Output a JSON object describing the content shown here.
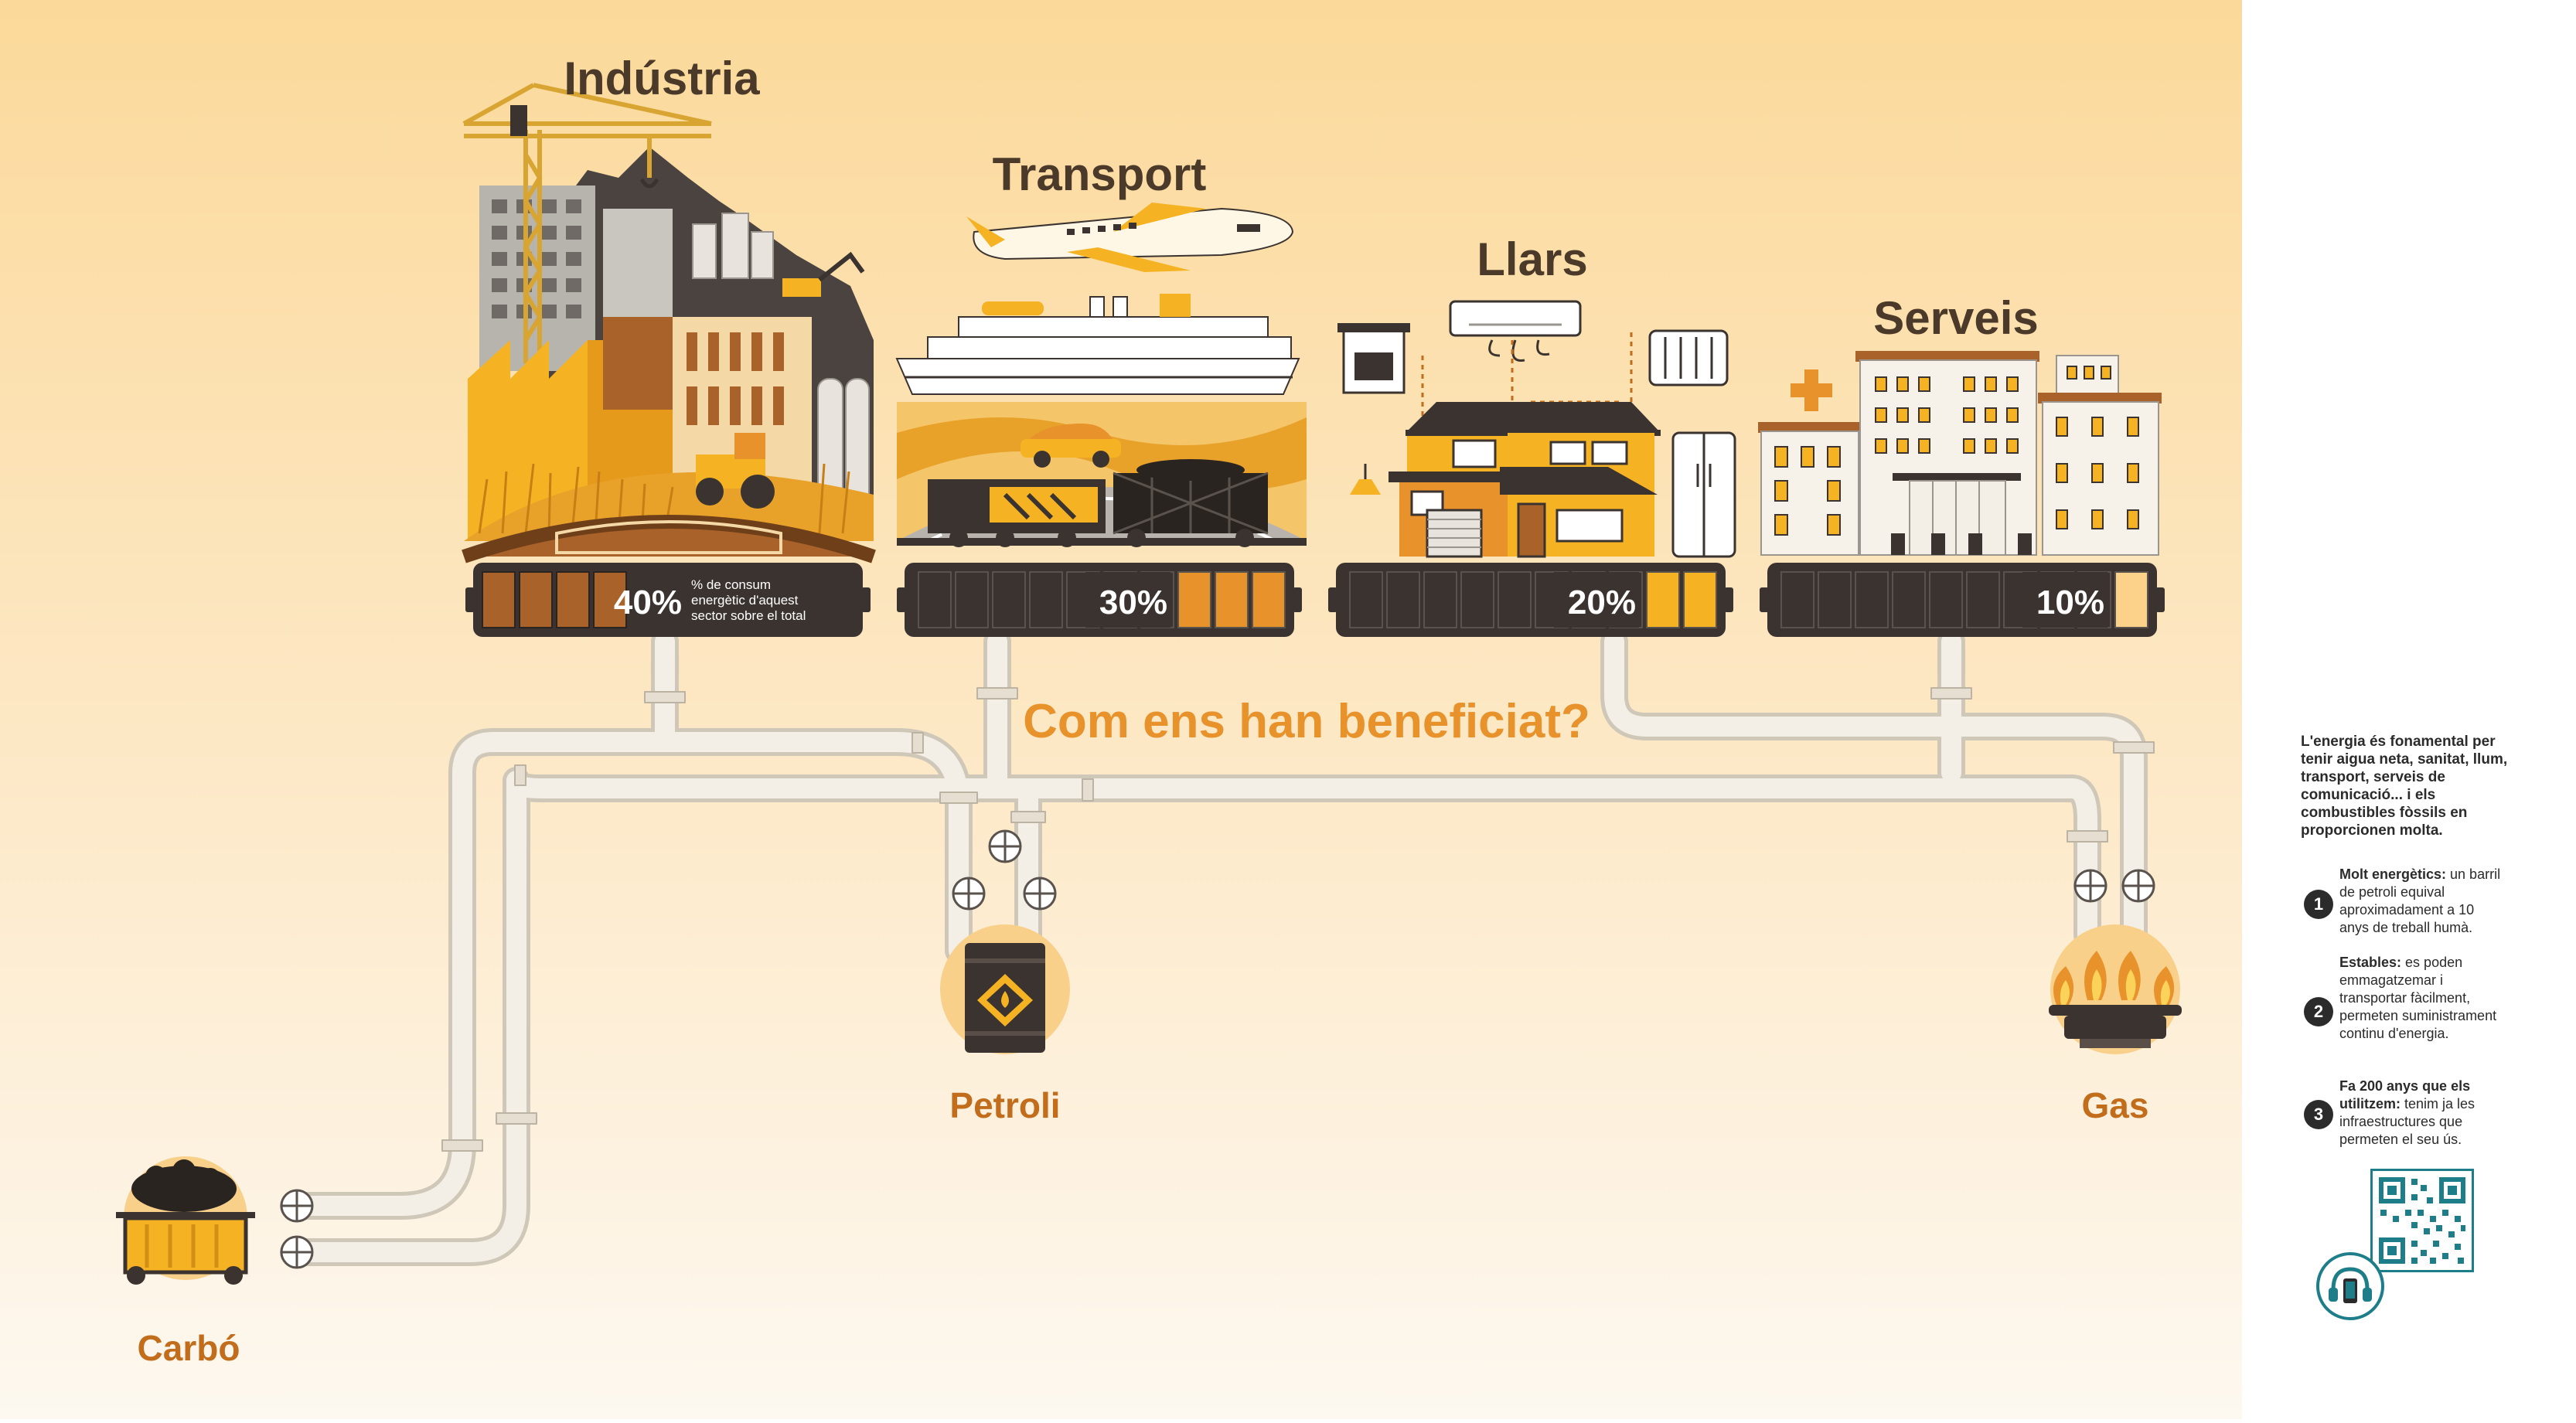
{
  "question": "Com ens han beneficiat?",
  "colors": {
    "bg_top": "#fbd99a",
    "bg_bottom": "#fdf6ea",
    "title": "#4b3a2a",
    "accent_orange": "#e8922c",
    "fuel_label": "#c26d1c",
    "battery_dark": "#3b3330",
    "pipe": "#f1ede3",
    "pipe_edge": "#cfc7b8",
    "teal": "#1d7e8a"
  },
  "sectors": [
    {
      "name": "Indústria",
      "percent": "40%",
      "bars_filled": 4,
      "bar_color": "#a8622a",
      "caption": [
        "% de consum",
        "energètic d'aquest",
        "sector sobre el total"
      ],
      "icon": "factory-icon"
    },
    {
      "name": "Transport",
      "percent": "30%",
      "bars_filled": 3,
      "bar_color": "#e8922c",
      "icon": "transport-icon"
    },
    {
      "name": "Llars",
      "percent": "20%",
      "bars_filled": 2,
      "bar_color": "#f5b324",
      "icon": "house-icon"
    },
    {
      "name": "Serveis",
      "percent": "10%",
      "bars_filled": 1,
      "bar_color": "#fcd28a",
      "icon": "buildings-icon"
    }
  ],
  "fuels": [
    {
      "name": "Carbó",
      "icon": "coal-cart-icon"
    },
    {
      "name": "Petroli",
      "icon": "oil-barrel-icon"
    },
    {
      "name": "Gas",
      "icon": "gas-burner-icon"
    }
  ],
  "sidebar": {
    "intro": "L'energia és fonamental per tenir aigua neta, sanitat, llum, transport, serveis de comunicació... i els combustibles fòssils en proporcionen molta.",
    "points": [
      {
        "num": "1",
        "bold": "Molt energètics:",
        "text": " un barril de petroli equival aproximadament a 10 anys de treball humà."
      },
      {
        "num": "2",
        "bold": "Estables:",
        "text": " es poden emmagatzemar i transportar fàcilment, permeten suministrament continu d'energia."
      },
      {
        "num": "3",
        "bold": "Fa 200 anys que els utilitzem:",
        "text": " tenim ja les infraestructures que permeten el seu ús."
      }
    ],
    "qr_icon": "qr-code-icon",
    "audio_icon": "headset-phone-icon"
  }
}
